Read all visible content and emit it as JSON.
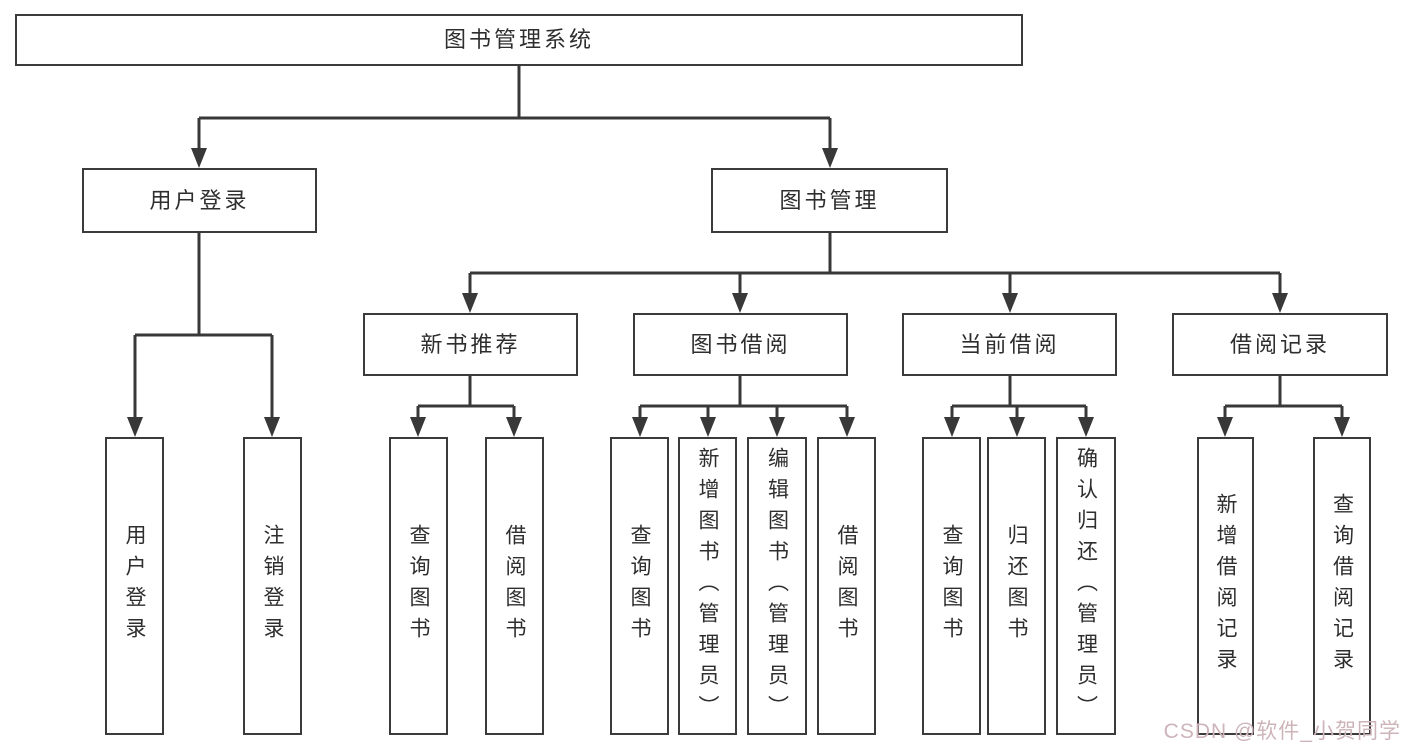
{
  "nodes": {
    "root": {
      "label": "图书管理系统"
    },
    "user_login": {
      "label": "用户登录"
    },
    "book_mgmt": {
      "label": "图书管理"
    },
    "new_book_rec": {
      "label": "新书推荐"
    },
    "book_borrow": {
      "label": "图书借阅"
    },
    "current_borrow": {
      "label": "当前借阅"
    },
    "borrow_record": {
      "label": "借阅记录"
    },
    "leaf_user_login": {
      "label": "用户登录"
    },
    "leaf_logout": {
      "label": "注销登录"
    },
    "leaf_nbr_query": {
      "label": "查询图书"
    },
    "leaf_nbr_borrow": {
      "label": "借阅图书"
    },
    "leaf_bb_query": {
      "label": "查询图书"
    },
    "leaf_bb_add": {
      "label": "新增图书（管理员）"
    },
    "leaf_bb_edit": {
      "label": "编辑图书（管理员）"
    },
    "leaf_bb_borrow": {
      "label": "借阅图书"
    },
    "leaf_cb_query": {
      "label": "查询图书"
    },
    "leaf_cb_return": {
      "label": "归还图书"
    },
    "leaf_cb_confirm": {
      "label": "确认归还（管理员）"
    },
    "leaf_br_add": {
      "label": "新增借阅记录"
    },
    "leaf_br_query": {
      "label": "查询借阅记录"
    }
  },
  "hierarchy": {
    "图书管理系统": {
      "用户登录": [
        "用户登录",
        "注销登录"
      ],
      "图书管理": {
        "新书推荐": [
          "查询图书",
          "借阅图书"
        ],
        "图书借阅": [
          "查询图书",
          "新增图书（管理员）",
          "编辑图书（管理员）",
          "借阅图书"
        ],
        "当前借阅": [
          "查询图书",
          "归还图书",
          "确认归还（管理员）"
        ],
        "借阅记录": [
          "新增借阅记录",
          "查询借阅记录"
        ]
      }
    }
  },
  "watermark": {
    "text": "CSDN @软件_小贺同学"
  },
  "colors": {
    "line": "#383838",
    "border": "#3b3b3b",
    "text": "#2e2e2e",
    "watermark": "#cdb4ba",
    "background": "#ffffff"
  }
}
